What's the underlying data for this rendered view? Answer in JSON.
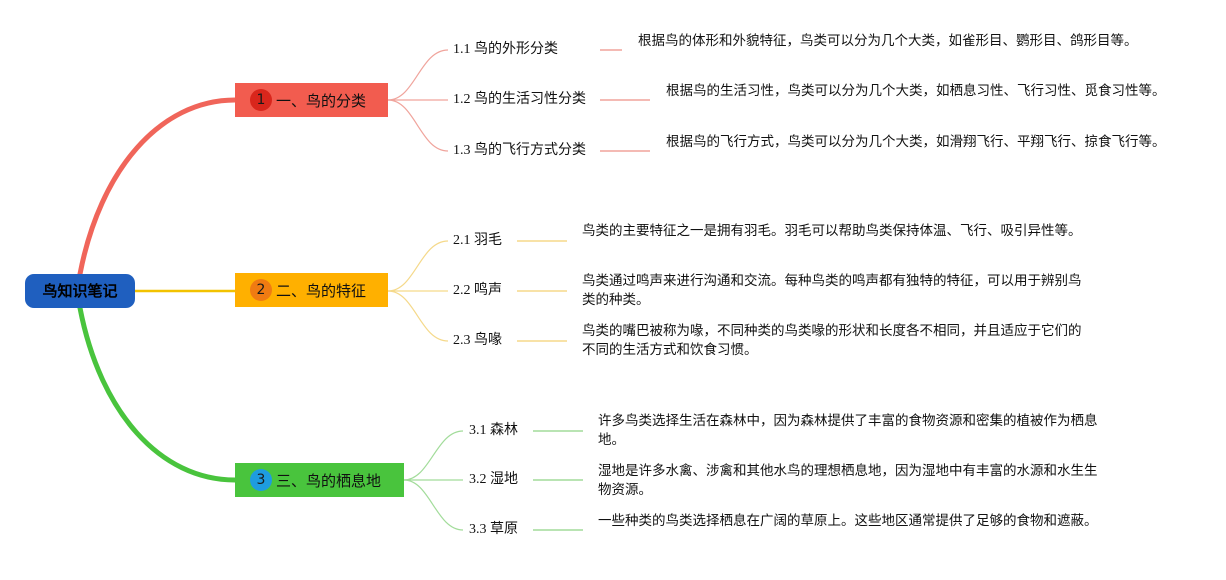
{
  "root": {
    "label": "鸟知识笔记"
  },
  "colors": {
    "root": "#1f5fbf",
    "branch1": "#f25c4f",
    "branch2": "#ffb000",
    "branch3": "#49c43d"
  },
  "branches": [
    {
      "badge": "1",
      "label": "一、鸟的分类",
      "children": [
        {
          "label": "1.1 鸟的外形分类",
          "desc": "根据鸟的体形和外貌特征，鸟类可以分为几个大类，如雀形目、鹦形目、鸽形目等。"
        },
        {
          "label": "1.2 鸟的生活习性分类",
          "desc": "根据鸟的生活习性，鸟类可以分为几个大类，如栖息习性、飞行习性、觅食习性等。"
        },
        {
          "label": "1.3 鸟的飞行方式分类",
          "desc": "根据鸟的飞行方式，鸟类可以分为几个大类，如滑翔飞行、平翔飞行、掠食飞行等。"
        }
      ]
    },
    {
      "badge": "2",
      "label": "二、鸟的特征",
      "children": [
        {
          "label": "2.1 羽毛",
          "desc": "鸟类的主要特征之一是拥有羽毛。羽毛可以帮助鸟类保持体温、飞行、吸引异性等。"
        },
        {
          "label": "2.2 鸣声",
          "desc": "鸟类通过鸣声来进行沟通和交流。每种鸟类的鸣声都有独特的特征，可以用于辨别鸟类的种类。"
        },
        {
          "label": "2.3 鸟喙",
          "desc": "鸟类的嘴巴被称为喙，不同种类的鸟类喙的形状和长度各不相同，并且适应于它们的不同的生活方式和饮食习惯。"
        }
      ]
    },
    {
      "badge": "3",
      "label": "三、鸟的栖息地",
      "children": [
        {
          "label": "3.1 森林",
          "desc": "许多鸟类选择生活在森林中，因为森林提供了丰富的食物资源和密集的植被作为栖息地。"
        },
        {
          "label": "3.2 湿地",
          "desc": "湿地是许多水禽、涉禽和其他水鸟的理想栖息地，因为湿地中有丰富的水源和水生生物资源。"
        },
        {
          "label": "3.3 草原",
          "desc": "一些种类的鸟类选择栖息在广阔的草原上。这些地区通常提供了足够的食物和遮蔽。"
        }
      ]
    }
  ]
}
